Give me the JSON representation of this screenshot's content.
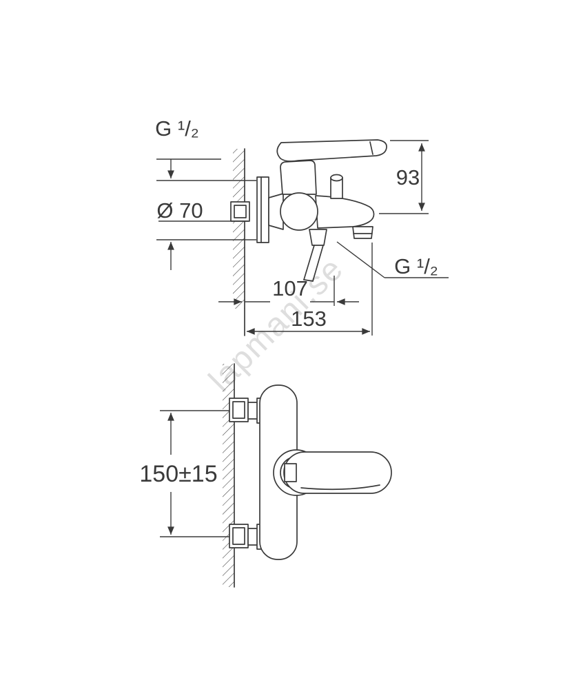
{
  "drawing": {
    "watermark": "lapmani.se",
    "side_view": {
      "inlet_thread_label": "G ¹/₂",
      "flange_diameter_label": "Ø 70",
      "height_label": "93",
      "projection_inner_label": "107",
      "projection_total_label": "153",
      "outlet_thread_label": "G ¹/₂"
    },
    "front_view": {
      "mounting_distance_label": "150±15"
    }
  }
}
